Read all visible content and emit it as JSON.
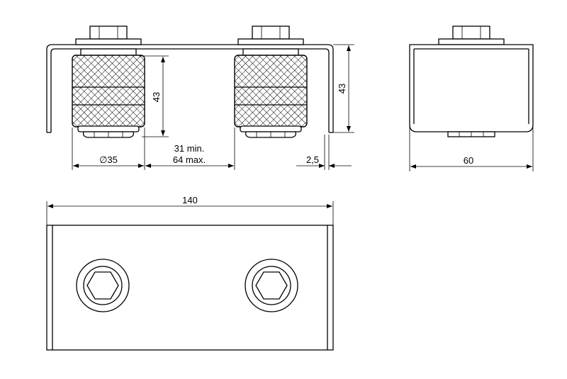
{
  "dimensions": {
    "wheel_diameter": "∅35",
    "spacing_min": "31 min.",
    "spacing_max": "64 max.",
    "height": "43",
    "height_side": "43",
    "thickness": "2,5",
    "width": "60",
    "length": "140"
  }
}
